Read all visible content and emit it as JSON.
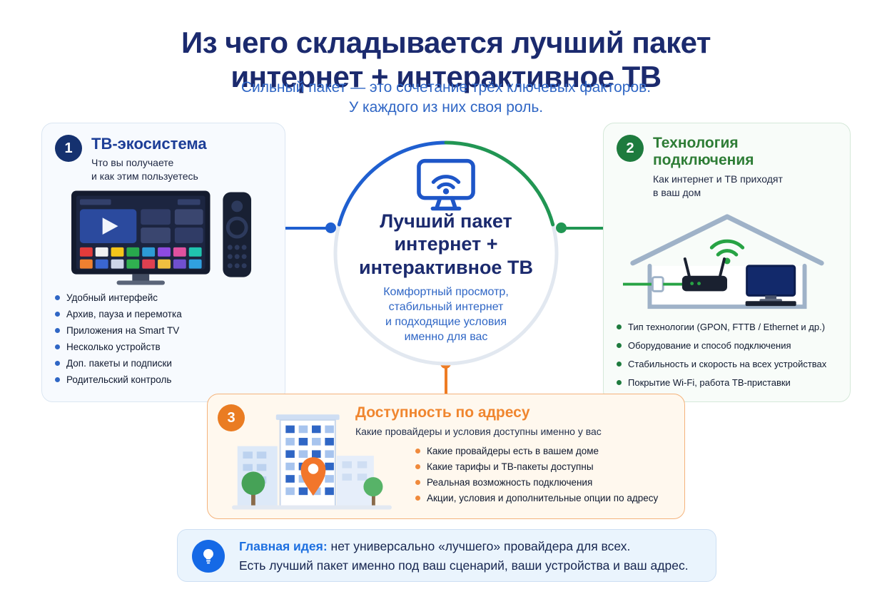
{
  "colors": {
    "navy": "#1b2a6e",
    "blue": "#2f66c5",
    "green": "#1e7b3e",
    "orange": "#ea7c22"
  },
  "header": {
    "title_line1": "Из чего складывается лучший пакет",
    "title_line2": "интернет + интерактивное ТВ",
    "subtitle_line1": "Сильный пакет — это сочетание трёх ключевых факторов.",
    "subtitle_line2": "У каждого из них своя роль."
  },
  "center": {
    "title_line1": "Лучший пакет",
    "title_line2": "интернет +",
    "title_line3": "интерактивное ТВ",
    "desc_line1": "Комфортный просмотр,",
    "desc_line2": "стабильный интернет",
    "desc_line3": "и подходящие условия",
    "desc_line4": "именно для вас"
  },
  "cards": {
    "eco": {
      "number": "1",
      "title": "ТВ-экосистема",
      "subtitle_line1": "Что вы получаете",
      "subtitle_line2": "и как этим пользуетесь",
      "bullets": [
        "Удобный интерфейс",
        "Архив, пауза и перемотка",
        "Приложения на Smart TV",
        "Несколько устройств",
        "Доп. пакеты и подписки",
        "Родительский контроль"
      ]
    },
    "tech": {
      "number": "2",
      "title_line1": "Технология",
      "title_line2": "подключения",
      "subtitle_line1": "Как интернет и ТВ приходят",
      "subtitle_line2": "в ваш дом",
      "bullets": [
        "Тип технологии (GPON, FTTB / Ethernet и др.)",
        "Оборудование и способ подключения",
        "Стабильность и скорость на всех устройствах",
        "Покрытие Wi-Fi, работа ТВ-приставки"
      ]
    },
    "address": {
      "number": "3",
      "title": "Доступность по адресу",
      "subtitle": "Какие провайдеры и условия доступны именно у вас",
      "bullets": [
        "Какие провайдеры есть в вашем доме",
        "Какие тарифы и ТВ-пакеты доступны",
        "Реальная возможность подключения",
        "Акции, условия и дополнительные опции по адресу"
      ]
    }
  },
  "idea": {
    "label": "Главная идея:",
    "text_line1": "нет универсально «лучшего» провайдера для всех.",
    "text_line2": "Есть лучший пакет именно под ваш сценарий, ваши устройства и ваш адрес."
  }
}
